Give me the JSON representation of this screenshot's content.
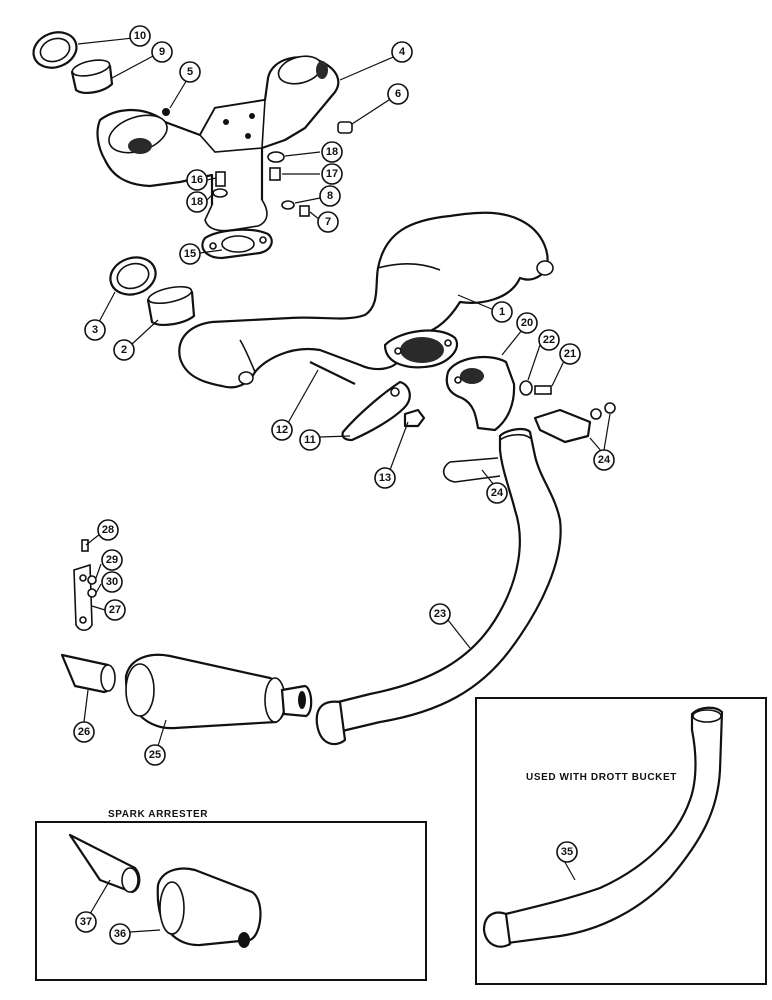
{
  "callouts": [
    {
      "id": "c10",
      "label": "10"
    },
    {
      "id": "c9",
      "label": "9"
    },
    {
      "id": "c5",
      "label": "5"
    },
    {
      "id": "c4",
      "label": "4"
    },
    {
      "id": "c6",
      "label": "6"
    },
    {
      "id": "c18a",
      "label": "18"
    },
    {
      "id": "c17",
      "label": "17"
    },
    {
      "id": "c16",
      "label": "16"
    },
    {
      "id": "c18b",
      "label": "18"
    },
    {
      "id": "c8",
      "label": "8"
    },
    {
      "id": "c7",
      "label": "7"
    },
    {
      "id": "c15",
      "label": "15"
    },
    {
      "id": "c3",
      "label": "3"
    },
    {
      "id": "c2",
      "label": "2"
    },
    {
      "id": "c1",
      "label": "1"
    },
    {
      "id": "c20",
      "label": "20"
    },
    {
      "id": "c22",
      "label": "22"
    },
    {
      "id": "c21",
      "label": "21"
    },
    {
      "id": "c12",
      "label": "12"
    },
    {
      "id": "c11",
      "label": "11"
    },
    {
      "id": "c13",
      "label": "13"
    },
    {
      "id": "c24a",
      "label": "24"
    },
    {
      "id": "c24b",
      "label": "24"
    },
    {
      "id": "c28",
      "label": "28"
    },
    {
      "id": "c29",
      "label": "29"
    },
    {
      "id": "c30",
      "label": "30"
    },
    {
      "id": "c27",
      "label": "27"
    },
    {
      "id": "c23",
      "label": "23"
    },
    {
      "id": "c26",
      "label": "26"
    },
    {
      "id": "c25",
      "label": "25"
    },
    {
      "id": "c35",
      "label": "35"
    },
    {
      "id": "c37",
      "label": "37"
    },
    {
      "id": "c36",
      "label": "36"
    }
  ],
  "insets": {
    "spark_arrester": {
      "title": "SPARK ARRESTER"
    },
    "drott_bucket": {
      "title": "USED WITH DROTT BUCKET"
    }
  }
}
